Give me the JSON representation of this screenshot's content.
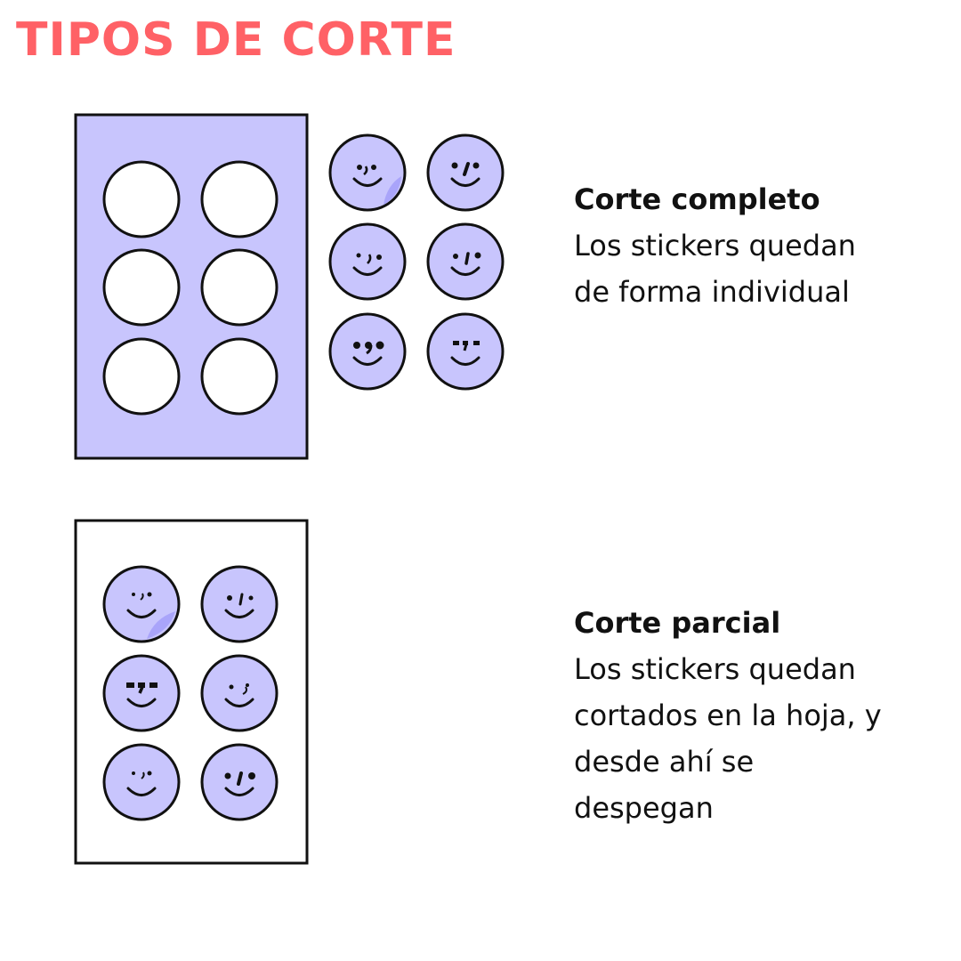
{
  "title": "TIPOS DE CORTE",
  "colors": {
    "title": "#ff6166",
    "sheet_fill": "#c8c5fd",
    "sticker_fill": "#c8c5fd",
    "peel_fill": "#a9a4fa",
    "outline": "#111111",
    "background": "#ffffff"
  },
  "sections": {
    "full_cut": {
      "title": "Corte completo",
      "body": "Los stickers quedan\nde forma individual"
    },
    "partial_cut": {
      "title": "Corte parcial",
      "body": "Los stickers quedan\ncortados en la hoja, y\ndesde ahí se\ndespegan"
    }
  }
}
